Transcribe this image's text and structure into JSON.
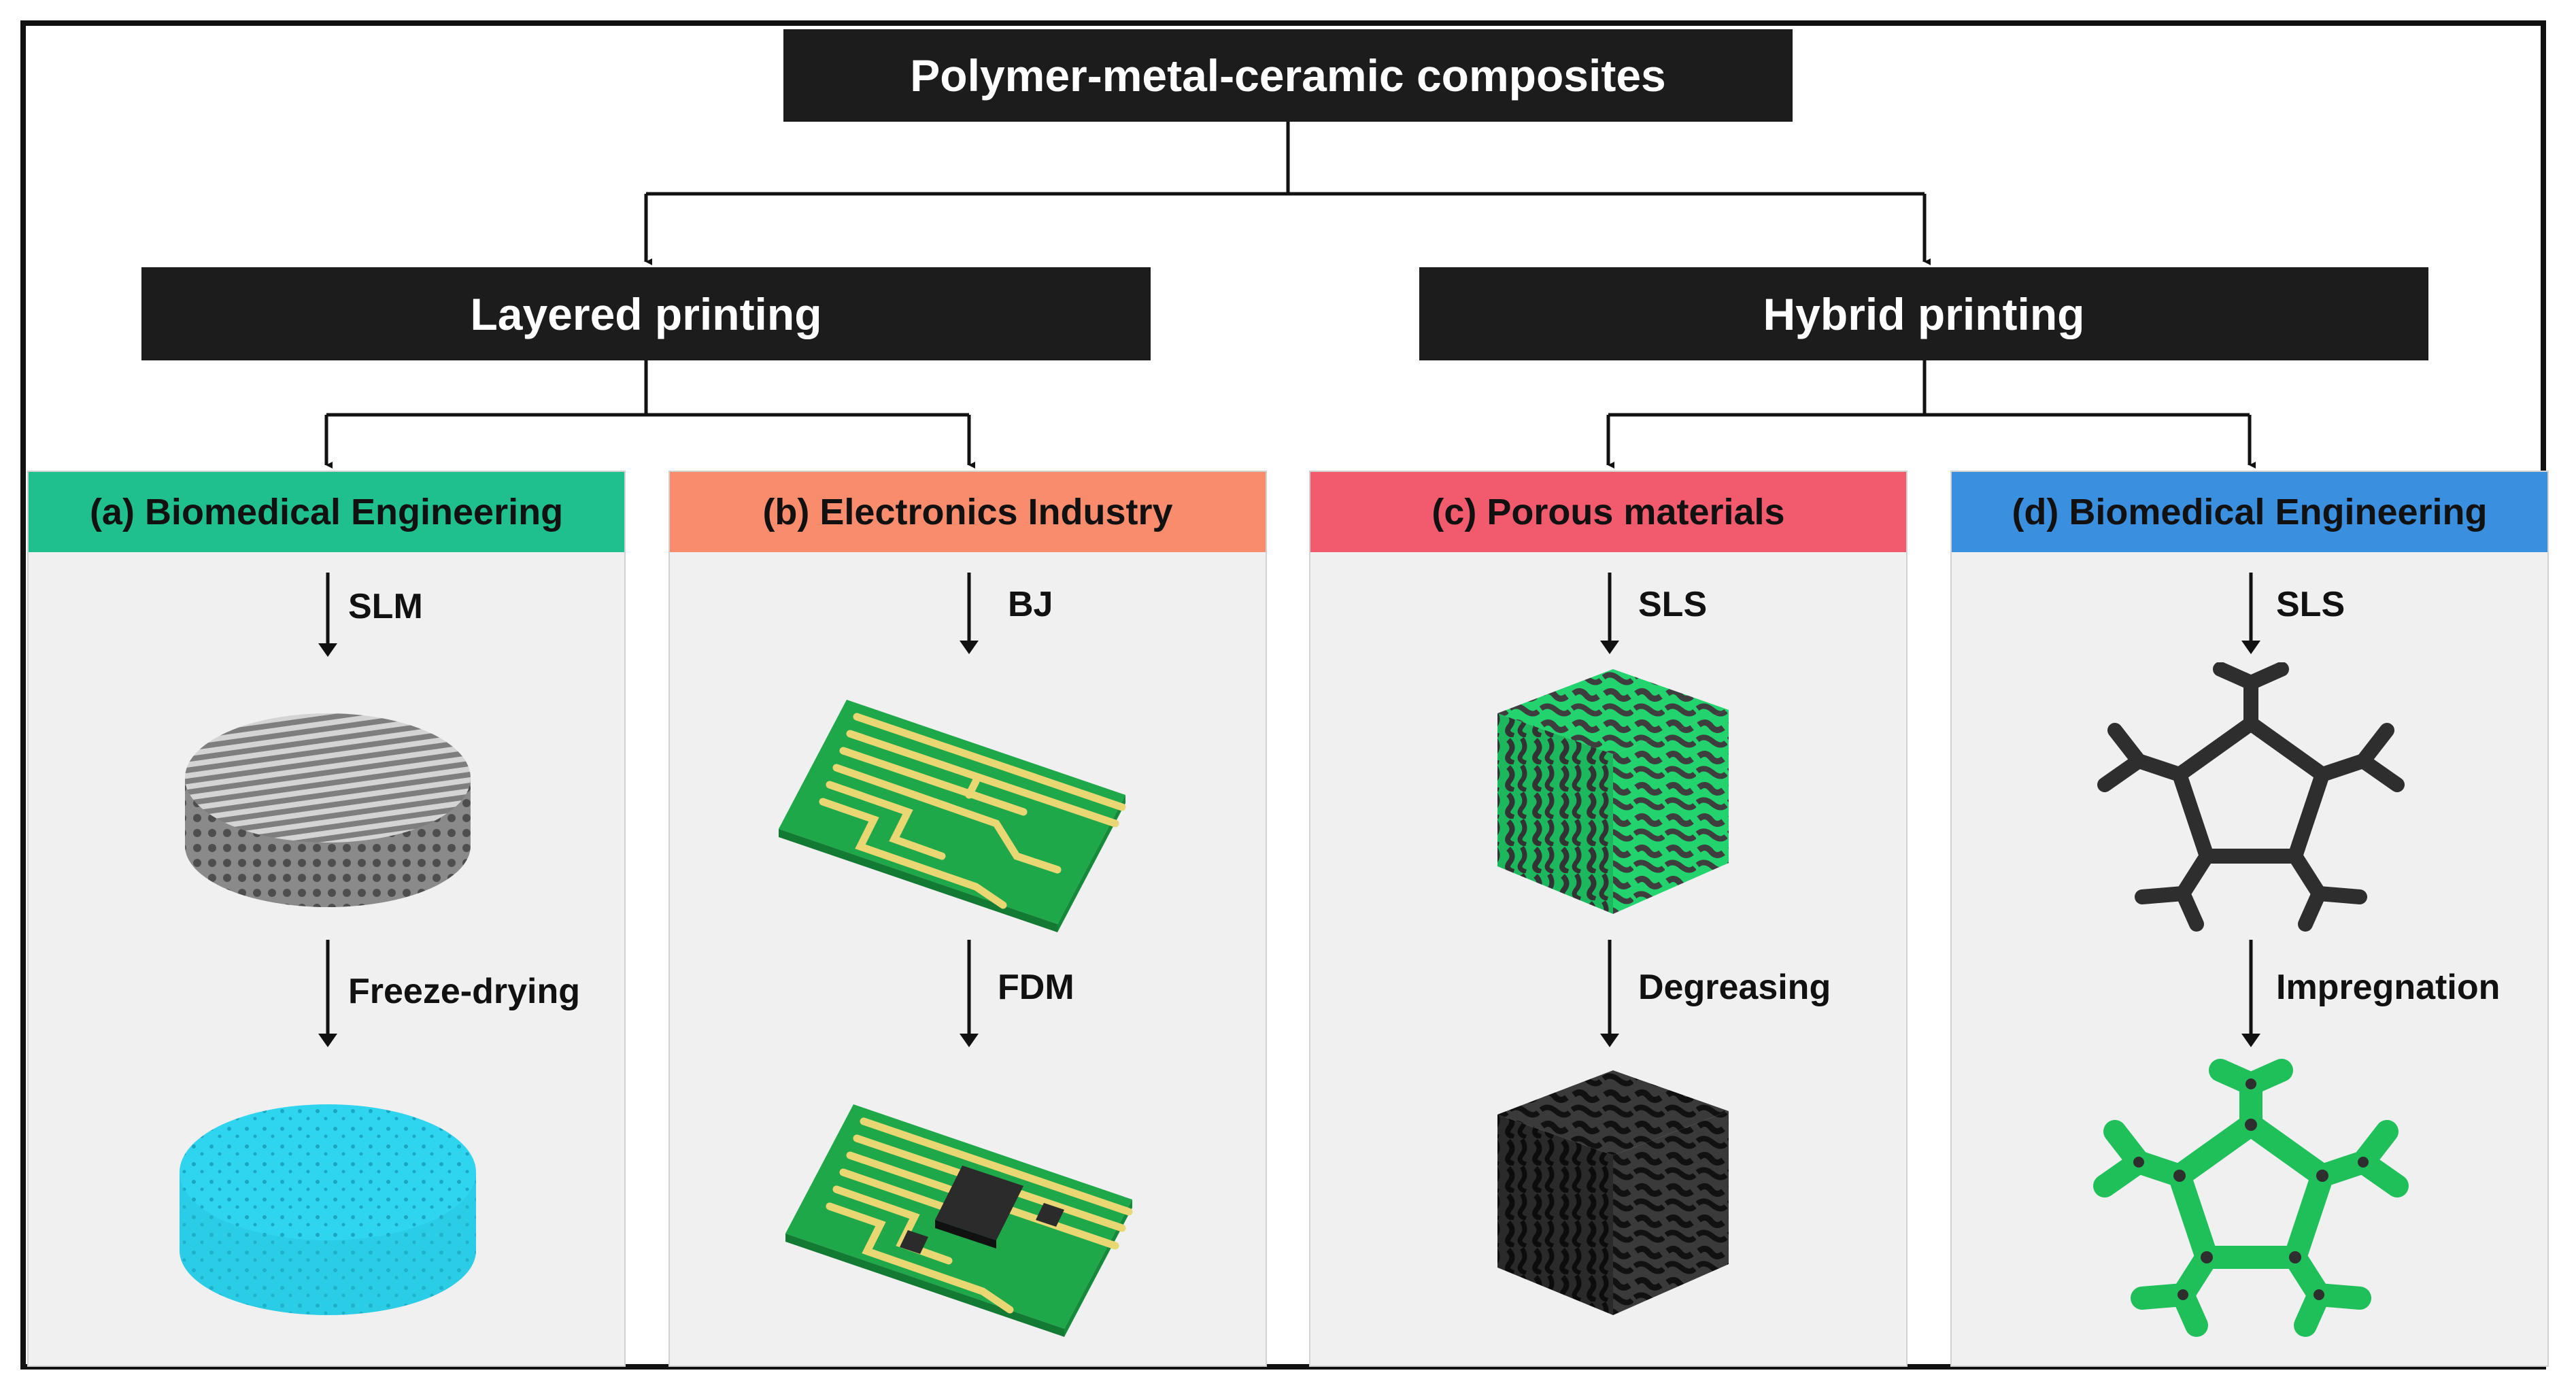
{
  "root": {
    "label": "Polymer-metal-ceramic composites"
  },
  "branches": [
    {
      "label": "Layered printing"
    },
    {
      "label": "Hybrid printing"
    }
  ],
  "panels": [
    {
      "title": "(a) Biomedical Engineering",
      "color": "#1fc08e",
      "step1": "SLM",
      "step2": "Freeze-drying"
    },
    {
      "title": "(b) Electronics Industry",
      "color": "#f98c6c",
      "step1": "BJ",
      "step2": "FDM"
    },
    {
      "title": "(c) Porous materials",
      "color": "#f25a6e",
      "step1": "SLS",
      "step2": "Degreasing"
    },
    {
      "title": "(d) Biomedical Engineering",
      "color": "#3a8fdf",
      "step1": "SLS",
      "step2": "Impregnation"
    }
  ],
  "colors": {
    "box": "#1c1c1c",
    "panel_bg": "#f0f0f0",
    "green_material": "#22d36e",
    "cyan_material": "#2fd4ee",
    "gray_material": "#8f8f8f",
    "black_material": "#2e2e2e",
    "pcb_green": "#1fa84a",
    "pcb_trace": "#e8d772"
  }
}
